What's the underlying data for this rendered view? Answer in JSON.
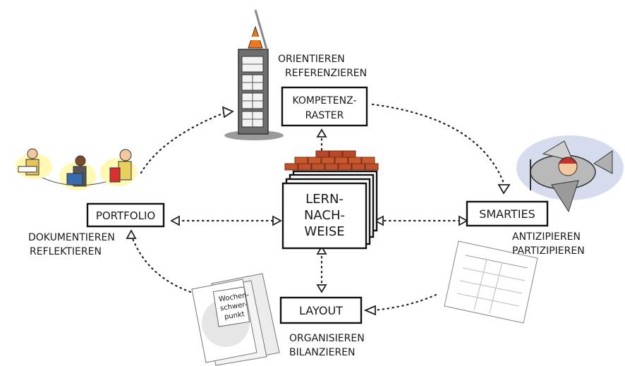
{
  "nodes": {
    "kompetenzraster": {
      "line1": "KOMPETENZ-",
      "line2": "RASTER"
    },
    "lernnachweise": {
      "line1": "LERN-",
      "line2": "NACH-",
      "line3": "WEISE"
    },
    "portfolio": {
      "label": "PORTFOLIO"
    },
    "smarties": {
      "label": "SMARTIES"
    },
    "layout": {
      "label": "LAYOUT"
    }
  },
  "actions": {
    "top": {
      "line1": "ORIENTIEREN",
      "line2": "REFERENZIEREN"
    },
    "left": {
      "line1": "DOKUMENTIEREN",
      "line2": "REFLEKTIEREN"
    },
    "right": {
      "line1": "ANTIZIPIEREN",
      "line2": "PARTIZIPIEREN"
    },
    "bottom": {
      "line1": "ORGANISIEREN",
      "line2": "BILANZIEREN"
    }
  },
  "illustrations": {
    "document_stack": {
      "line1": "Wochen-",
      "line2": "schwer-",
      "line3": "punkt"
    }
  },
  "icons": [
    "grid-tower-icon",
    "people-presenting-icon",
    "airplane-pilot-icon",
    "worksheet-icon",
    "document-stack-icon",
    "brick-wall-icon"
  ]
}
